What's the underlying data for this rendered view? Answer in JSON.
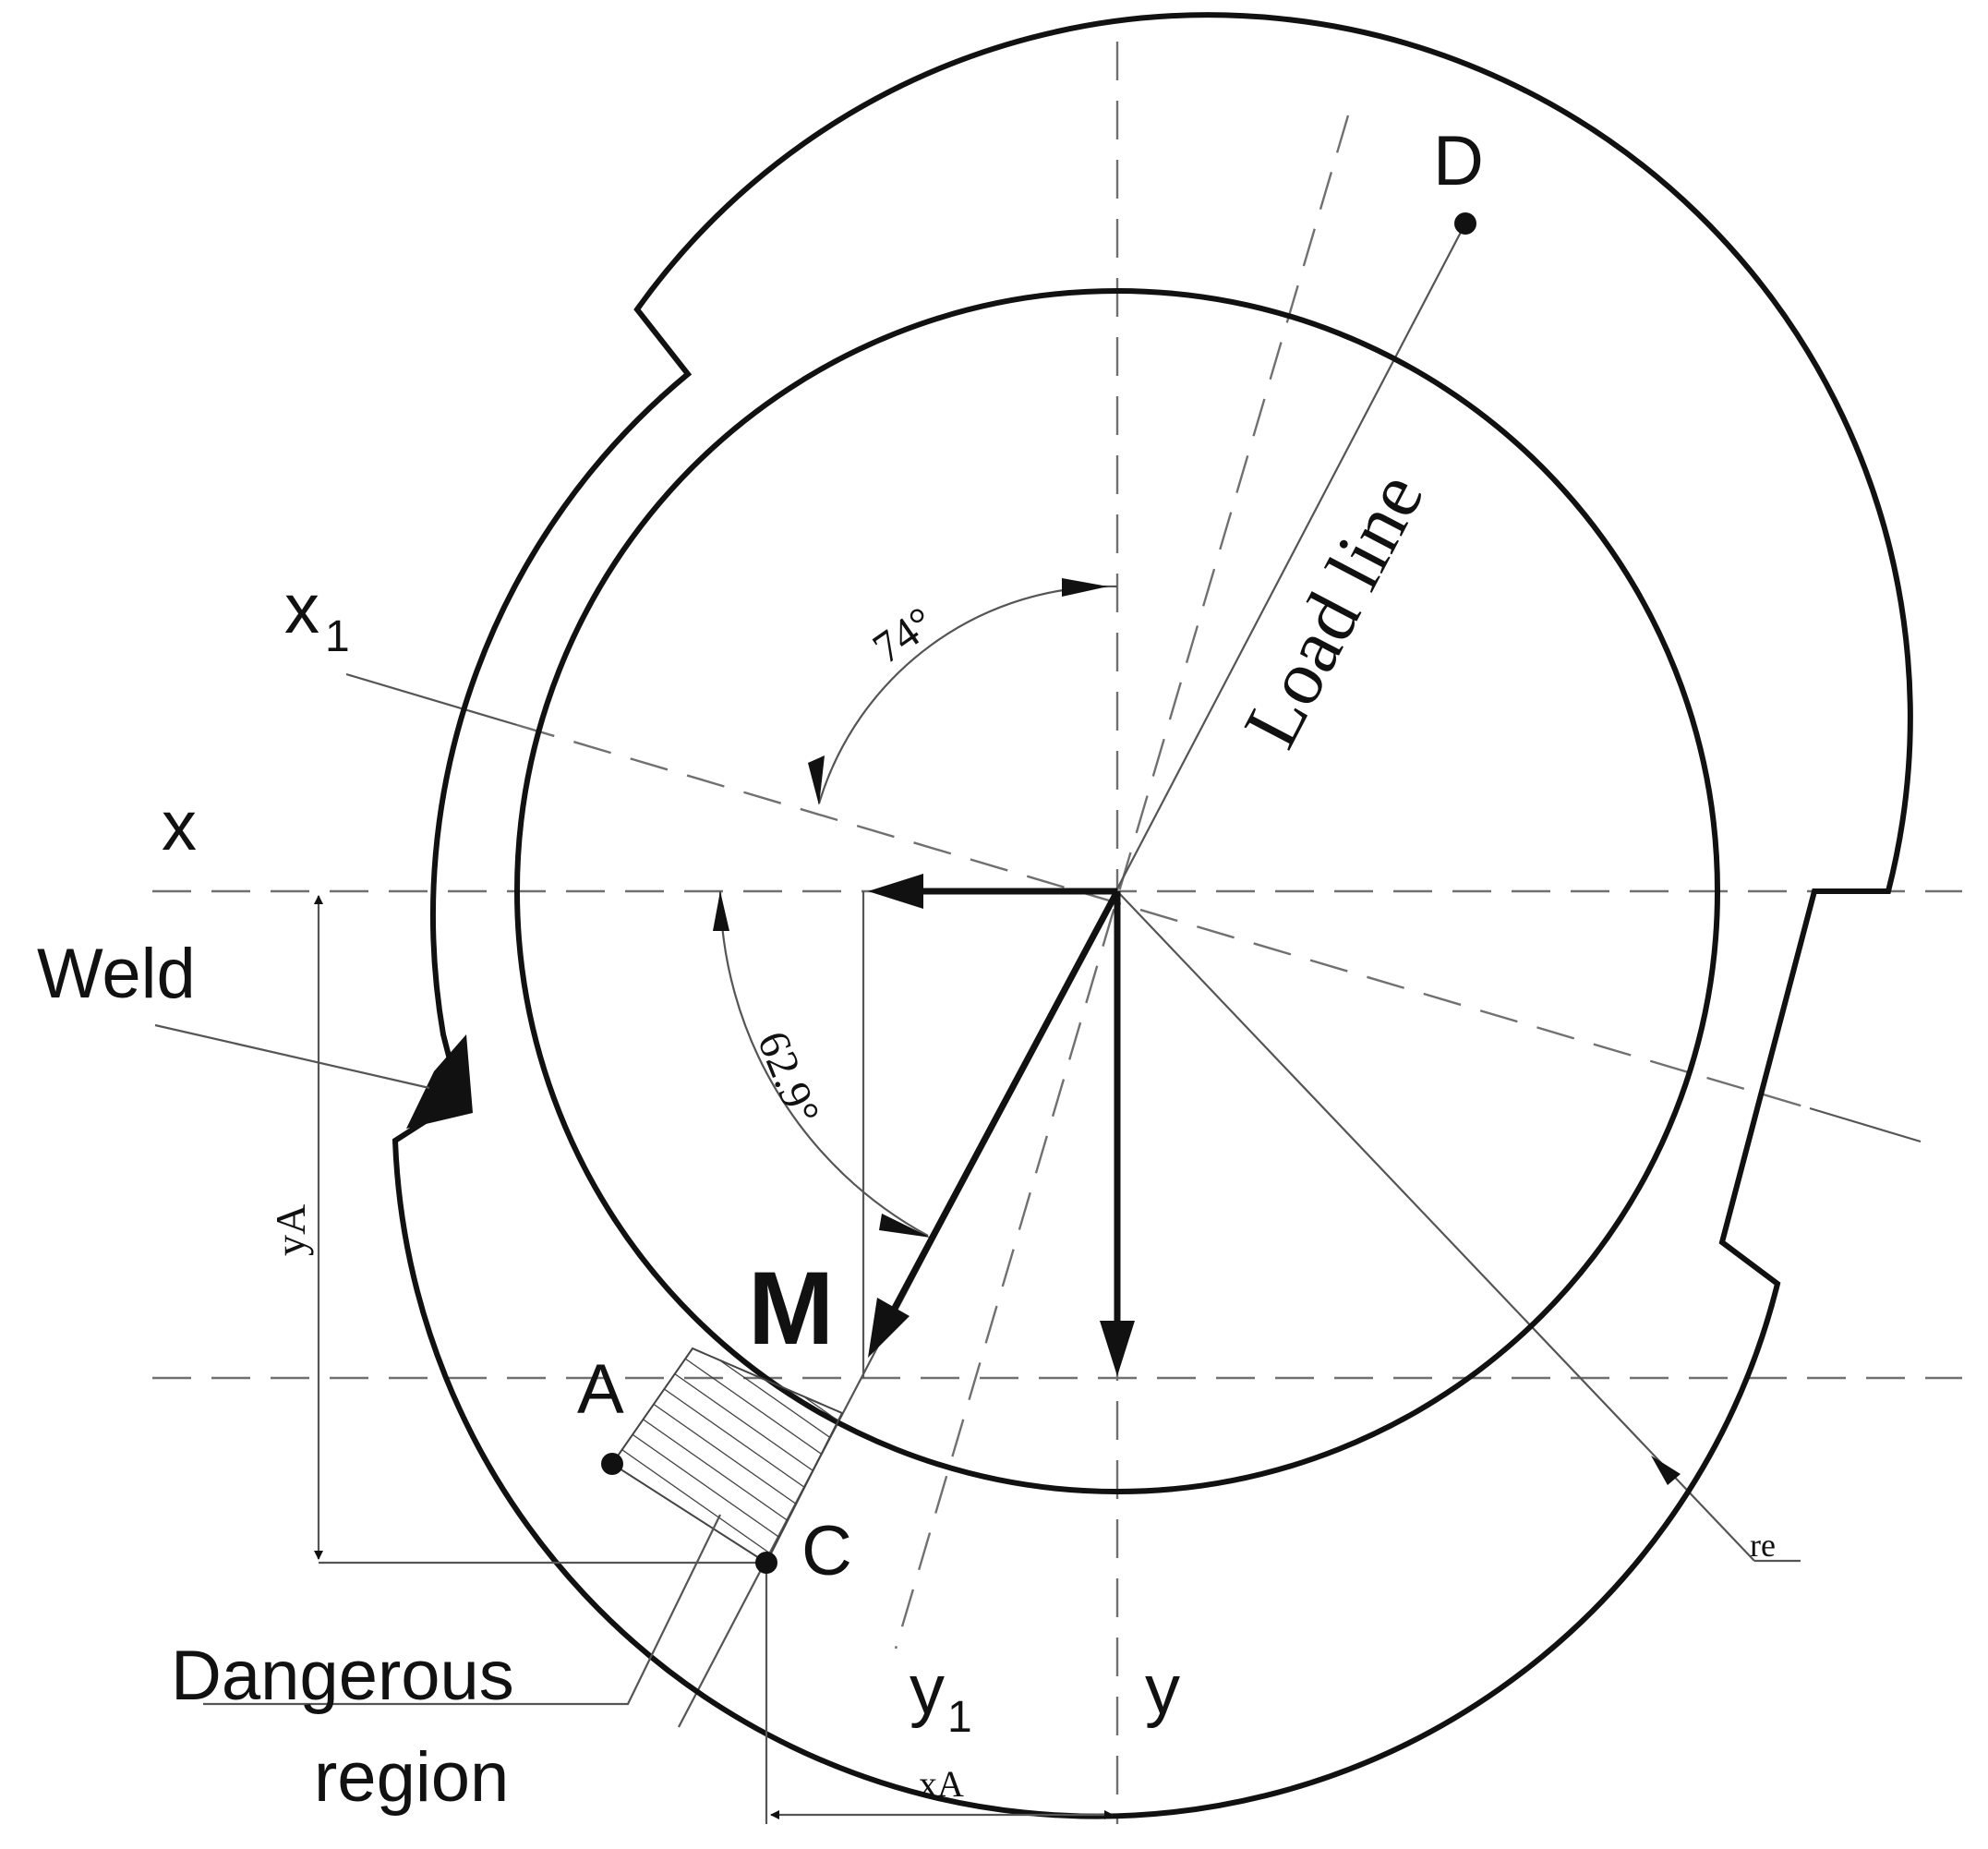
{
  "labels": {
    "D": "D",
    "load_line": "Load line",
    "x1": "x",
    "x1_sub": "1",
    "angle_74": "74°",
    "x": "x",
    "weld": "Weld",
    "angle_62_9": "62.9°",
    "yA": "yA",
    "M": "M",
    "A": "A",
    "C": "C",
    "re": "re",
    "dangerous_region_line1": "Dangerous",
    "dangerous_region_line2": "region",
    "y1": "y",
    "y1_sub": "1",
    "y": "y",
    "xA": "xA"
  },
  "colors": {
    "ink": "#111111",
    "construction": "#707070"
  }
}
